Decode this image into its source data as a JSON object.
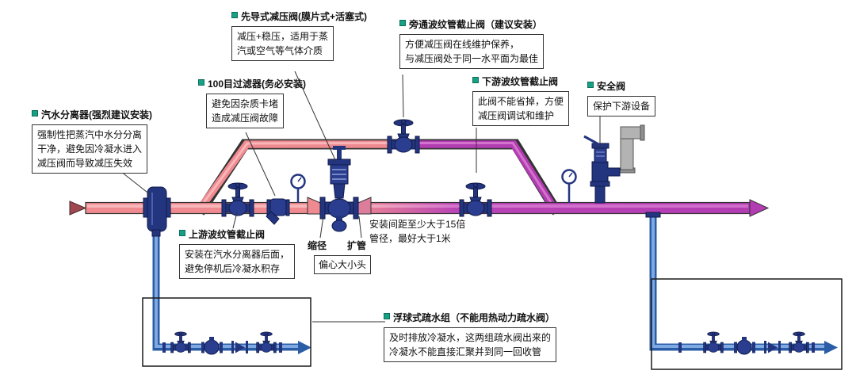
{
  "diagram": {
    "separator": {
      "title": "汽水分离器(强烈建议安装)",
      "body": "强制性把蒸汽中水分分离\n干净，避免因冷凝水进入\n减压阀而导致减压失效"
    },
    "prv": {
      "title": "先导式减压阀(膜片式+活塞式)",
      "body": "减压+稳压，适用于蒸\n汽或空气等气体介质"
    },
    "strainer": {
      "title": "100目过滤器(务必安装)",
      "body": "避免因杂质卡堵\n造成减压阀故障"
    },
    "bypass_valve": {
      "title": "旁通波纹管截止阀（建议安装）",
      "body": "方便减压阀在线维护保养，\n与减压阀处于同一水平面为最佳"
    },
    "downstream_valve": {
      "title": "下游波纹管截止阀",
      "body": "此阀不能省掉，方便\n减压阀调试和维护"
    },
    "safety_valve": {
      "title": "安全阀",
      "body": "保护下游设备"
    },
    "upstream_valve": {
      "title": "上游波纹管截止阀",
      "body": "安装在汽水分离器后面，\n避免停机后冷凝水积存"
    },
    "spacing_note": "安装间距至少大于15倍\n管径，最好大于1米",
    "reducer": {
      "left": "缩径",
      "right": "扩管",
      "label": "偏心大小头"
    },
    "trap_group": {
      "title": "浮球式疏水组（不能用热动力疏水阀）",
      "body": "及时排放冷凝水，这两组疏水阀出来的\n冷凝水不能直接汇聚并到同一回收管"
    }
  },
  "colors": {
    "pipe_upstream_pink": "#ee8a90",
    "pipe_downstream_purple": "#b23cb2",
    "condensate_blue": "#2a5da6",
    "valve_navy": "#24357f",
    "bullet_green": "#16a085",
    "exhaust_gray": "#b3b3b3"
  }
}
